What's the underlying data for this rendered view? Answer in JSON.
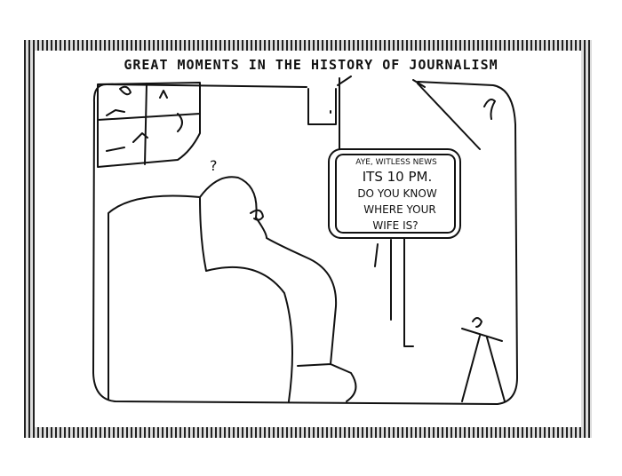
{
  "cartoon": {
    "title": "GREAT MOMENTS IN THE HISTORY OF JOURNALISM",
    "tv_channel": "AYE, WITLESS NEWS",
    "tv_line1": "ITS 10 PM.",
    "tv_line2": "DO YOU KNOW",
    "tv_line3": "WHERE YOUR",
    "tv_line4": "WIFE IS?",
    "thought_mark": "?"
  }
}
